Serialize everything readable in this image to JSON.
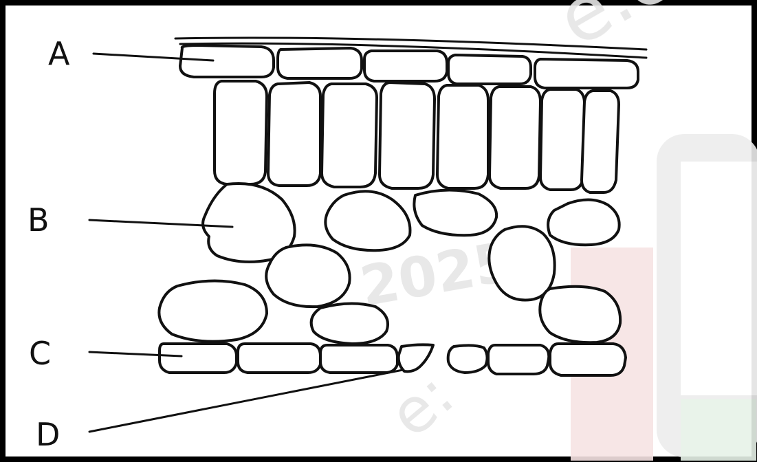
{
  "labels": {
    "a": "A",
    "b": "B",
    "c": "C",
    "d": "D"
  },
  "watermark": {
    "text1": "e.c",
    "text2": "2025",
    "text3": "e:"
  },
  "colors": {
    "border": "#000000",
    "ink": "#111111",
    "watermark": "#e6e6e6",
    "wm_red": "#f3dede",
    "wm_green": "#e5f1e6"
  }
}
